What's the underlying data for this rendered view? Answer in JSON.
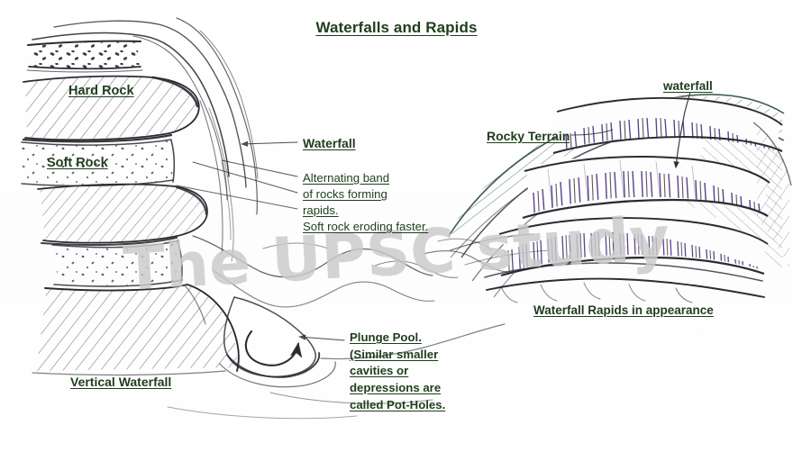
{
  "title": "Waterfalls and Rapids",
  "watermark": "The UPSC study",
  "left_diagram": {
    "name": "Vertical waterfall cross-section",
    "labels": {
      "hard_rock": "Hard Rock",
      "soft_rock": "Soft Rock",
      "vertical_waterfall": "Vertical Waterfall",
      "waterfall": "Waterfall",
      "alternating_line1": "Alternating band",
      "alternating_line2": "of rocks forming",
      "alternating_line3": "rapids.",
      "alternating_line4": "Soft rock eroding faster.",
      "plunge_line1": "Plunge Pool.",
      "plunge_line2": "(Similar smaller",
      "plunge_line3": "cavities or",
      "plunge_line4": "depressions are",
      "plunge_line5": "called Pot-Holes."
    }
  },
  "right_diagram": {
    "name": "Cascading rapids landscape sketch",
    "labels": {
      "rocky_terrain": "Rocky Terrain",
      "waterfall": "waterfall",
      "caption": "Waterfall Rapids in appearance"
    }
  },
  "colors": {
    "label_green": "#1f3d1c",
    "ink": "#2b2b33",
    "water_purple": "#4b2f86",
    "vegetation_green": "#2b5740",
    "watermark_gray": "#cacaca",
    "paper": "#fefefe"
  }
}
